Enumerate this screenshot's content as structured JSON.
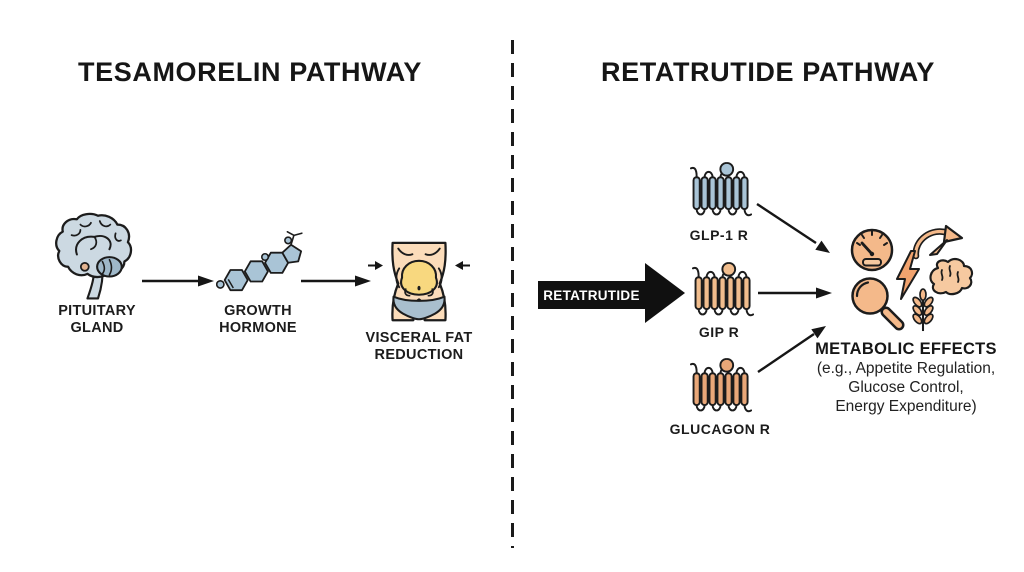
{
  "left_panel": {
    "title": "TESAMORELIN PATHWAY",
    "steps": [
      {
        "label": "PITUITARY GLAND",
        "icon": "brain-pituitary-icon"
      },
      {
        "label": "GROWTH HORMONE",
        "icon": "hormone-molecule-icon"
      },
      {
        "label": "VISCERAL FAT REDUCTION",
        "icon": "belly-fat-reduction-icon"
      }
    ]
  },
  "right_panel": {
    "title": "RETATRUTIDE PATHWAY",
    "drug_arrow_label": "RETATRUTIDE",
    "receptors": [
      {
        "label": "GLP-1 R"
      },
      {
        "label": "GIP R"
      },
      {
        "label": "GLUCAGON R"
      }
    ],
    "effects": {
      "heading": "METABOLIC EFFECTS",
      "detail_lines": [
        "(e.g., Appetite Regulation,",
        "Glucose Control,",
        "Energy Expenditure)"
      ],
      "icons": [
        "gauge-icon",
        "speed-arc-arrow-icon",
        "lightning-icon",
        "brain-icon",
        "magnifier-icon",
        "wheat-icon"
      ]
    }
  },
  "colors": {
    "ink": "#1c1c1c",
    "arrow-black": "#101010",
    "glp1-receptor": "#a9c4d6",
    "gip-receptor": "#f1bd8d",
    "glucagon-receptor": "#e9a778",
    "icon-orange": "#f4b98a",
    "icon-peach": "#f6c9a0",
    "bolt-orange": "#f2a36e",
    "brain-light": "#ccd9e2",
    "brain-mid": "#9fb8c9",
    "pituitary-tan": "#e3b491",
    "belly-skin": "#fbdcba",
    "belly-fat": "#f8d87f",
    "underwear-blue": "#a9bfce",
    "molecule-blue": "#a9c4d6"
  }
}
